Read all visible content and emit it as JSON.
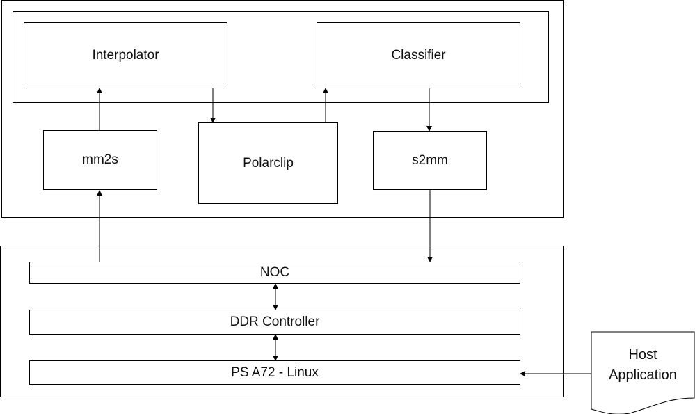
{
  "diagram": {
    "pl_region": {
      "ai_engine_group": {
        "interpolator": "Interpolator",
        "classifier": "Classifier"
      },
      "mm2s": "mm2s",
      "polarclip": "Polarclip",
      "s2mm": "s2mm"
    },
    "ps_region": {
      "noc": "NOC",
      "ddr_controller": "DDR Controller",
      "ps_linux": "PS A72 - Linux"
    },
    "host": {
      "line1": "Host",
      "line2": "Application"
    },
    "connections": [
      {
        "from": "NOC",
        "to": "mm2s",
        "type": "arrow"
      },
      {
        "from": "mm2s",
        "to": "Interpolator",
        "type": "arrow"
      },
      {
        "from": "Interpolator",
        "to": "Polarclip",
        "type": "arrow"
      },
      {
        "from": "Polarclip",
        "to": "Classifier",
        "type": "arrow"
      },
      {
        "from": "Classifier",
        "to": "s2mm",
        "type": "arrow"
      },
      {
        "from": "s2mm",
        "to": "NOC",
        "type": "arrow"
      },
      {
        "from": "NOC",
        "to": "DDR Controller",
        "type": "bidirectional"
      },
      {
        "from": "DDR Controller",
        "to": "PS A72 - Linux",
        "type": "bidirectional"
      },
      {
        "from": "Host Application",
        "to": "PS A72 - Linux",
        "type": "arrow"
      }
    ]
  }
}
